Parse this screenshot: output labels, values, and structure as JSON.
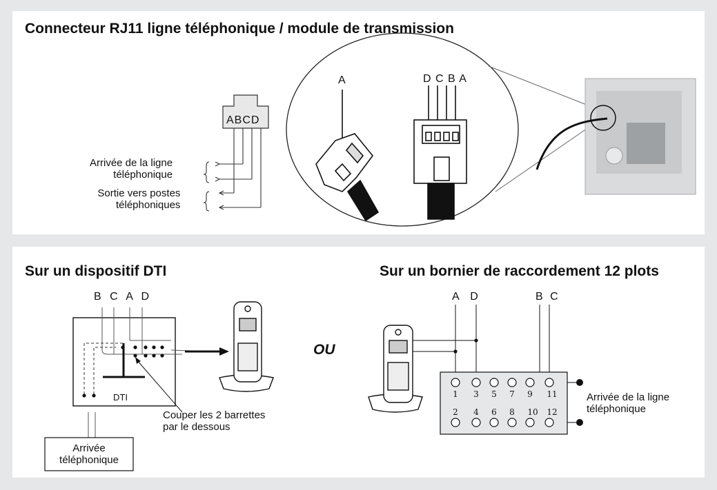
{
  "top_panel": {
    "title": "Connecteur RJ11 ligne téléphonique / module de transmission",
    "plug_pins": "ABCD",
    "incoming_label": [
      "Arrivée de la ligne",
      "téléphonique"
    ],
    "outgoing_label": [
      "Sortie vers postes",
      "téléphoniques"
    ],
    "zoom_plug_label": "A",
    "zoom_socket_pins": "D C B A"
  },
  "dti_panel": {
    "title": "Sur un dispositif DTI",
    "wire_labels": "B C A D",
    "box_label": "DTI",
    "cut_note": [
      "Couper les 2 barrettes",
      "par le dessous"
    ],
    "arrival_box": [
      "Arrivée",
      "téléphonique"
    ]
  },
  "separator": "OU",
  "terminal_panel": {
    "title": "Sur un bornier de raccordement 12 plots",
    "wire_labels_left": "A D",
    "wire_labels_right": "B C",
    "top_numbers": [
      "1",
      "3",
      "5",
      "7",
      "9",
      "11"
    ],
    "bottom_numbers": [
      "2",
      "4",
      "6",
      "8",
      "10",
      "12"
    ],
    "arrival_label": [
      "Arrivée de la ligne",
      "téléphonique"
    ]
  }
}
